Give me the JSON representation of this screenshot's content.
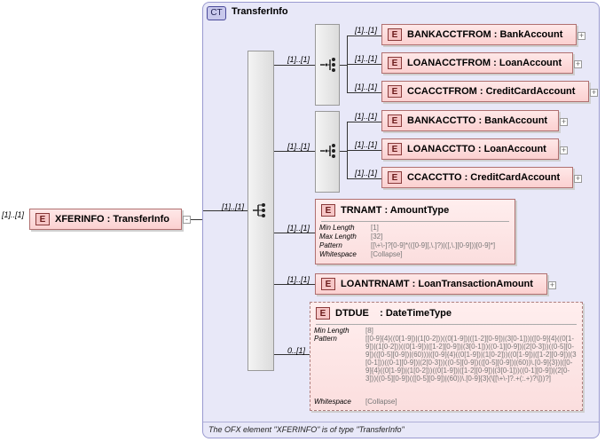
{
  "root": {
    "multiplicity": "[1]..[1]",
    "label": "XFERINFO : TransferInfo"
  },
  "complex_type": {
    "badge": "CT",
    "title": "TransferInfo",
    "footnote": "The OFX element \"XFERINFO\" is of type \"TransferInfo\""
  },
  "main_sequence_multiplicity": "[1]..[1]",
  "choice_from": {
    "multiplicity": "[1]..[1]",
    "items": [
      {
        "multiplicity": "[1]..[1]",
        "label": "BANKACCTFROM : BankAccount"
      },
      {
        "multiplicity": "[1]..[1]",
        "label": "LOANACCTFROM : LoanAccount"
      },
      {
        "multiplicity": "[1]..[1]",
        "label": "CCACCTFROM : CreditCardAccount"
      }
    ]
  },
  "choice_to": {
    "multiplicity": "[1]..[1]",
    "items": [
      {
        "multiplicity": "[1]..[1]",
        "label": "BANKACCTTO : BankAccount"
      },
      {
        "multiplicity": "[1]..[1]",
        "label": "LOANACCTTO : LoanAccount"
      },
      {
        "multiplicity": "[1]..[1]",
        "label": "CCACCTTO : CreditCardAccount"
      }
    ]
  },
  "trnamt": {
    "multiplicity": "[1]..[1]",
    "label": "TRNAMT : AmountType",
    "facets": [
      {
        "name": "Min Length",
        "value": "[1]"
      },
      {
        "name": "Max Length",
        "value": "[32]"
      },
      {
        "name": "Pattern",
        "value": "[[\\+\\-]?[0-9]*(([0-9][,\\.]?)|([,\\.][0-9]))[0-9]*]"
      },
      {
        "name": "Whitespace",
        "value": "[Collapse]"
      }
    ]
  },
  "loantrnamt": {
    "multiplicity": "[1]..[1]",
    "label": "LOANTRNAMT : LoanTransactionAmount"
  },
  "dtdue": {
    "multiplicity": "0..[1]",
    "label": "DTDUE    : DateTimeType",
    "facets": [
      {
        "name": "Min Length",
        "value": "[8]"
      },
      {
        "name": "Pattern",
        "value": "[[0-9]{4}((0[1-9])|(1[0-2]))((0[1-9])|([1-2][0-9])|(3[0-1]))|([0-9]{4}((0[1-9])|(1[0-2]))((0[1-9])|([1-2][0-9])|(3[0-1]))((0-1][0-9])|(2[0-3]))((0-5][0-9])(([0-5][0-9])|(60)))|([0-9]{4}((0[1-9])|(1[0-2]))((0[1-9])|([1-2][0-9])|(3[0-1]))((0-1][0-9])|(2[0-3]))((0-5][0-9])(([0-5][0-9])|(60))\\.[0-9]{3})|([0-9]{4}((0[1-9])|(1[0-2]))((0[1-9])|([1-2][0-9])|(3[0-1]))((0-1][0-9])|(2[0-3]))((0-5][0-9])(([0-5][0-9])|(60))\\.[0-9]{3}(\\[[\\+\\-]?.+(:.+)?\\]))?]"
      },
      {
        "name": "Whitespace",
        "value": "[Collapse]"
      }
    ]
  }
}
